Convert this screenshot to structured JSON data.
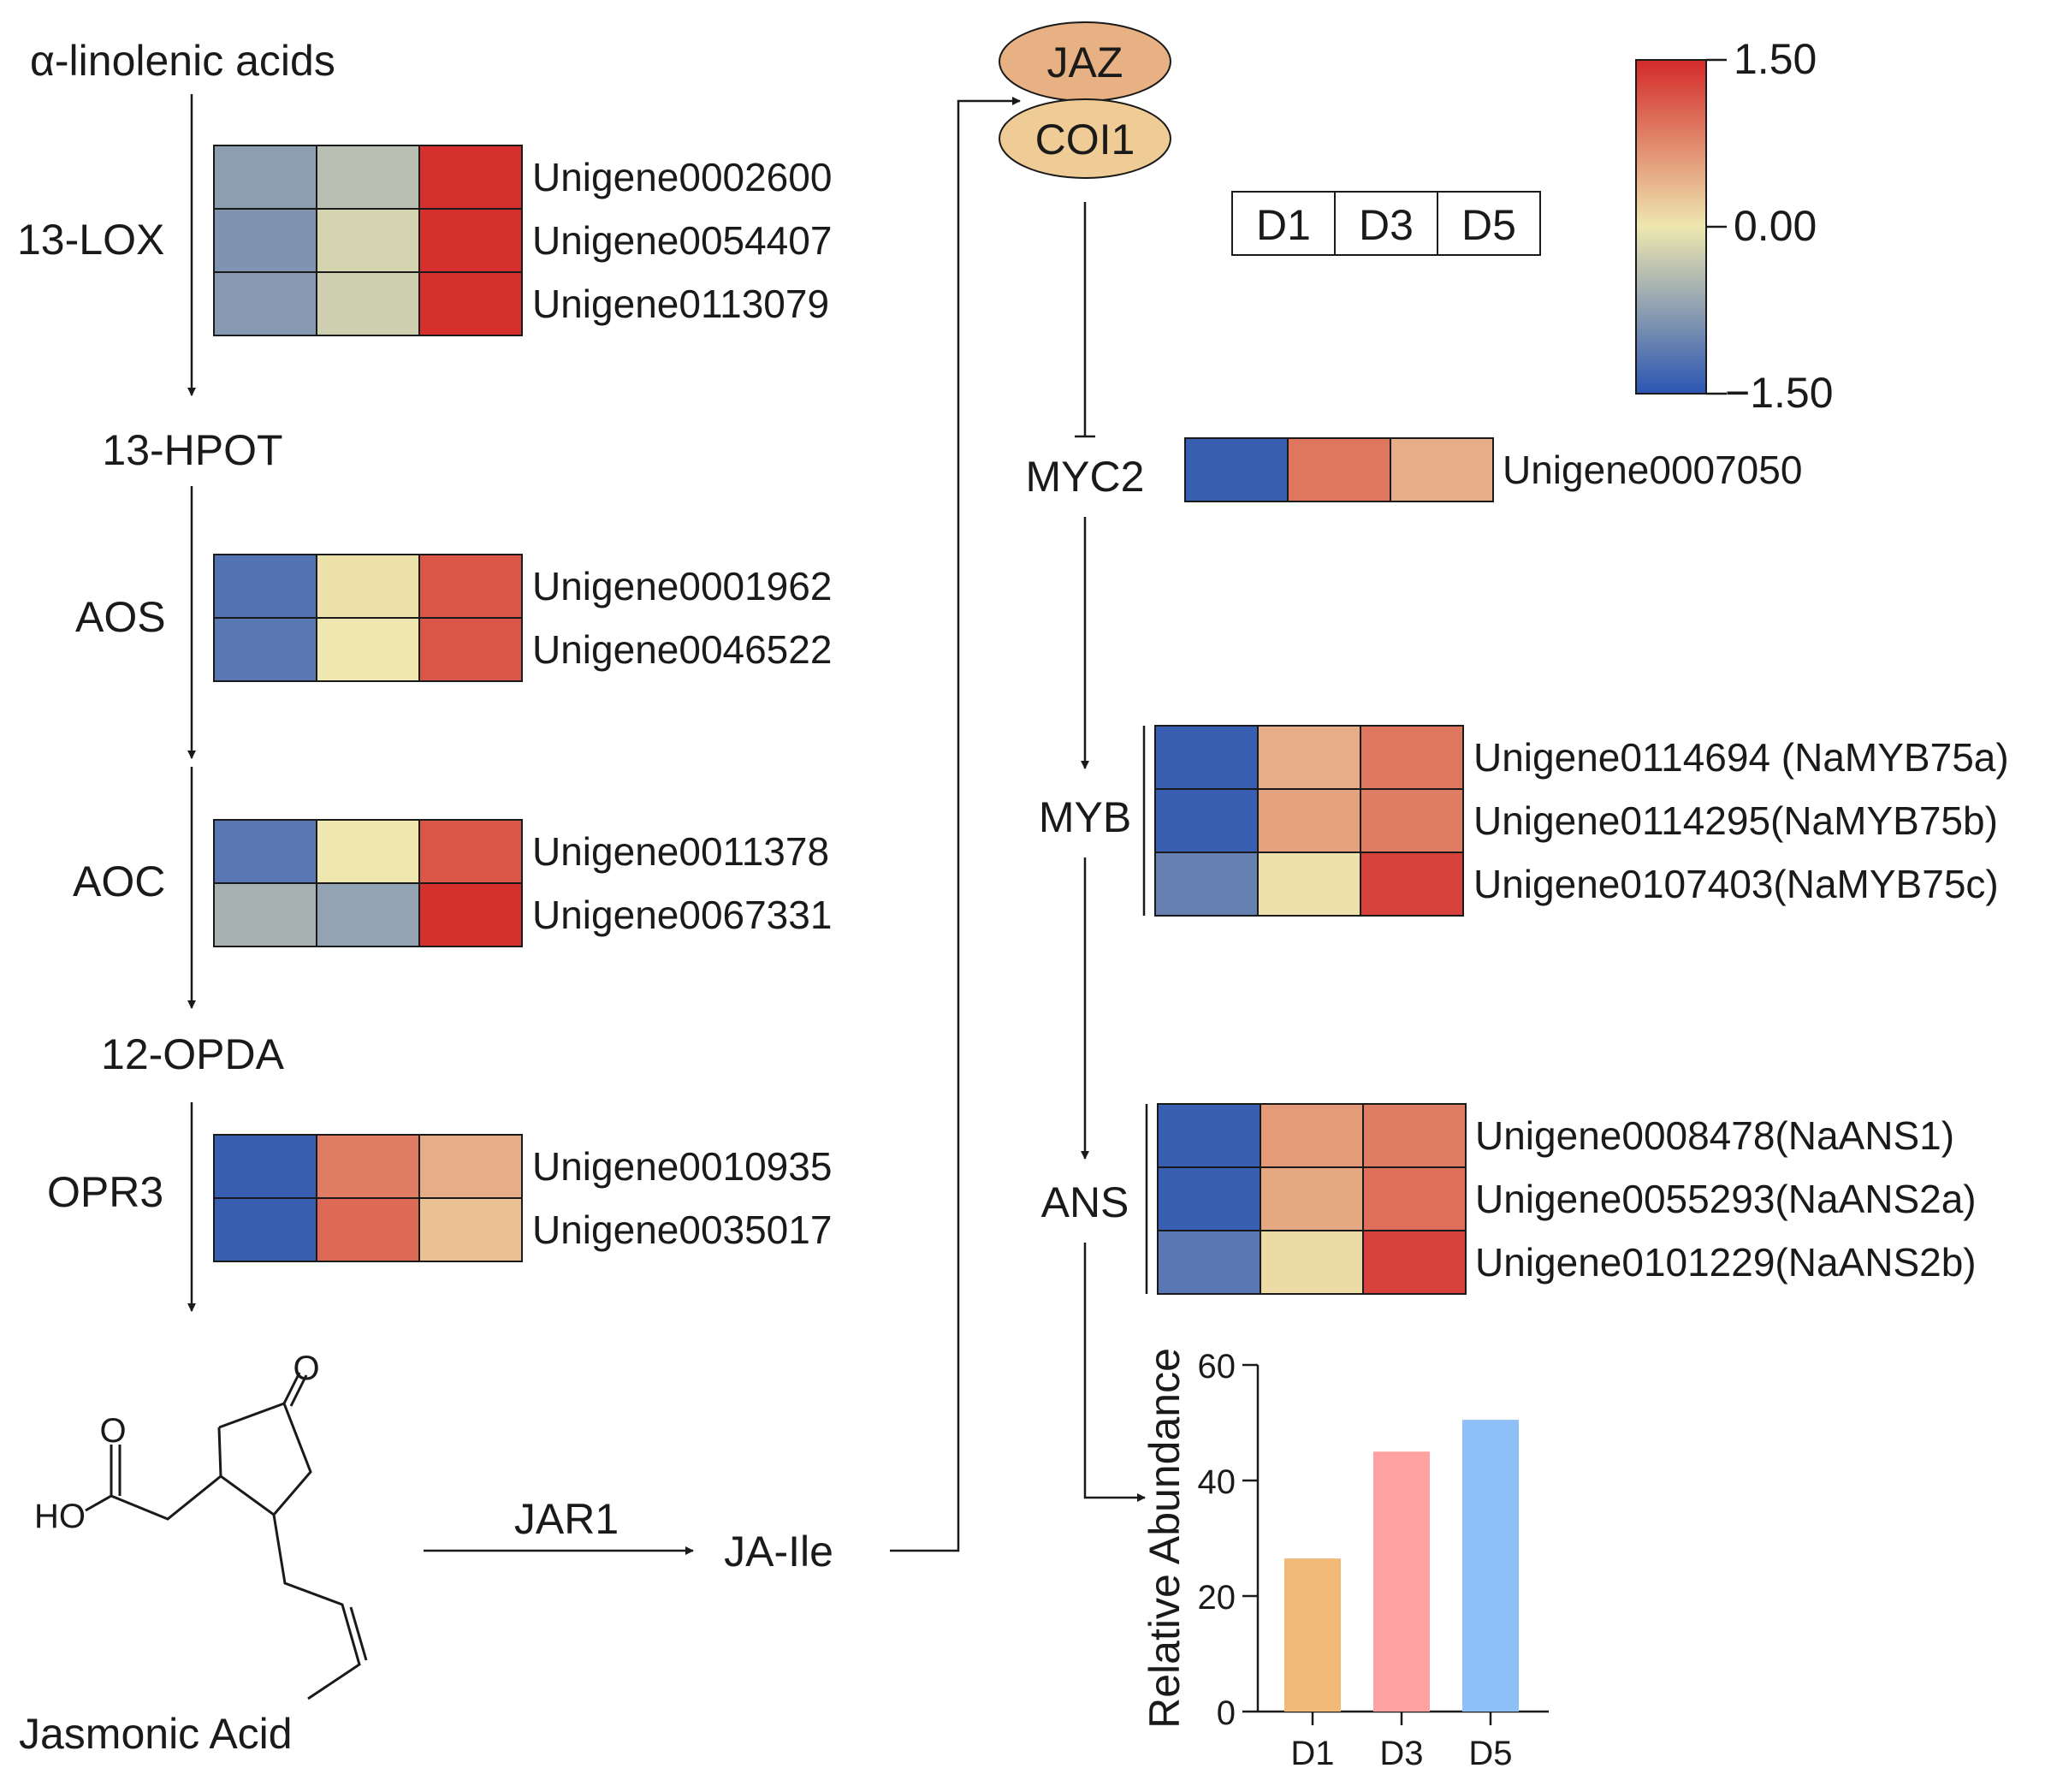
{
  "colors": {
    "scale": [
      "#2b55b2",
      "#eee7b0",
      "#d42a2a"
    ],
    "bar_D1": "#f2b878",
    "bar_D3": "#ffa1a1",
    "bar_D5": "#8fbff7",
    "line": "#1a1a1a",
    "jaz_fill": "#e8b183",
    "coi1_fill": "#efcb95"
  },
  "pathway": {
    "substrate": "α-linolenic acids",
    "hpot": "13-HPOT",
    "opda": "12-OPDA",
    "jasmonic_acid": "Jasmonic Acid",
    "jar1": "JAR1",
    "ja_ile": "JA-Ile",
    "jaz": "JAZ",
    "coi1": "COI1",
    "myc2": "MYC2",
    "myb": "MYB",
    "ans": "ANS"
  },
  "structure": {
    "oxygen": "O",
    "hydroxyl": "HO"
  },
  "legend": {
    "samples": [
      "D1",
      "D3",
      "D5"
    ],
    "max": "1.50",
    "mid": "0.00",
    "min": "−1.50",
    "min_value": -1.5,
    "max_value": 1.5
  },
  "heatmaps": [
    {
      "enzyme": "13-LOX",
      "rows": [
        {
          "gene": "Unigene0002600",
          "values": [
            -0.75,
            -0.4,
            1.45
          ]
        },
        {
          "gene": "Unigene0054407",
          "values": [
            -0.85,
            -0.2,
            1.45
          ]
        },
        {
          "gene": "Unigene0113079",
          "values": [
            -0.8,
            -0.25,
            1.45
          ]
        }
      ]
    },
    {
      "enzyme": "AOS",
      "rows": [
        {
          "gene": "Unigene0001962",
          "values": [
            -1.2,
            0.05,
            1.15
          ]
        },
        {
          "gene": "Unigene0046522",
          "values": [
            -1.15,
            0.0,
            1.15
          ]
        }
      ]
    },
    {
      "enzyme": "AOC",
      "rows": [
        {
          "gene": "Unigene0011378",
          "values": [
            -1.15,
            0.0,
            1.15
          ]
        },
        {
          "gene": "Unigene0067331",
          "values": [
            -0.55,
            -0.7,
            1.45
          ]
        }
      ]
    },
    {
      "enzyme": "OPR3",
      "rows": [
        {
          "gene": "Unigene0010935",
          "values": [
            -1.4,
            0.85,
            0.45
          ]
        },
        {
          "gene": "Unigene0035017",
          "values": [
            -1.4,
            1.0,
            0.3
          ]
        }
      ]
    },
    {
      "enzyme": "MYC2",
      "rows": [
        {
          "gene": "Unigene0007050",
          "values": [
            -1.4,
            0.9,
            0.45
          ]
        }
      ]
    },
    {
      "enzyme": "MYB",
      "rows": [
        {
          "gene": "Unigene0114694 (NaMYB75a)",
          "values": [
            -1.4,
            0.45,
            0.9
          ]
        },
        {
          "gene": "Unigene0114295(NaMYB75b)",
          "values": [
            -1.4,
            0.55,
            0.85
          ]
        },
        {
          "gene": "Unigene0107403(NaMYB75c)",
          "values": [
            -1.05,
            0.05,
            1.3
          ]
        }
      ]
    },
    {
      "enzyme": "ANS",
      "rows": [
        {
          "gene": "Unigene0008478(NaANS1)",
          "values": [
            -1.4,
            0.6,
            0.85
          ]
        },
        {
          "gene": "Unigene0055293(NaANS2a)",
          "values": [
            -1.4,
            0.5,
            0.95
          ]
        },
        {
          "gene": "Unigene0101229(NaANS2b)",
          "values": [
            -1.15,
            0.1,
            1.3
          ]
        }
      ]
    }
  ],
  "chart_data": {
    "type": "bar",
    "categories": [
      "D1",
      "D3",
      "D5"
    ],
    "values": [
      26.5,
      45,
      50.5
    ],
    "ylabel": "Relative Abundance",
    "ylim": [
      0,
      60
    ],
    "yticks": [
      0,
      20,
      40,
      60
    ],
    "grid": false
  }
}
